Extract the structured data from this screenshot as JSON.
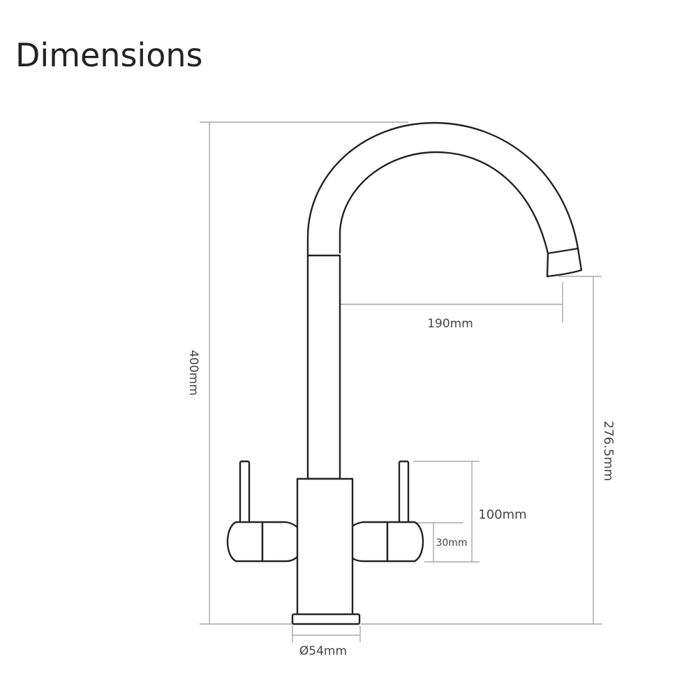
{
  "title": "Dimensions",
  "dimensions": {
    "height_total": "400mm",
    "spout_reach": "190mm",
    "spout_height": "276.5mm",
    "lever_height": "100mm",
    "handle_height": "30mm",
    "base_diameter": "Ø54mm"
  },
  "colors": {
    "outline": "#222222",
    "dimension_line": "#a8a8a8",
    "label": "#444444"
  }
}
